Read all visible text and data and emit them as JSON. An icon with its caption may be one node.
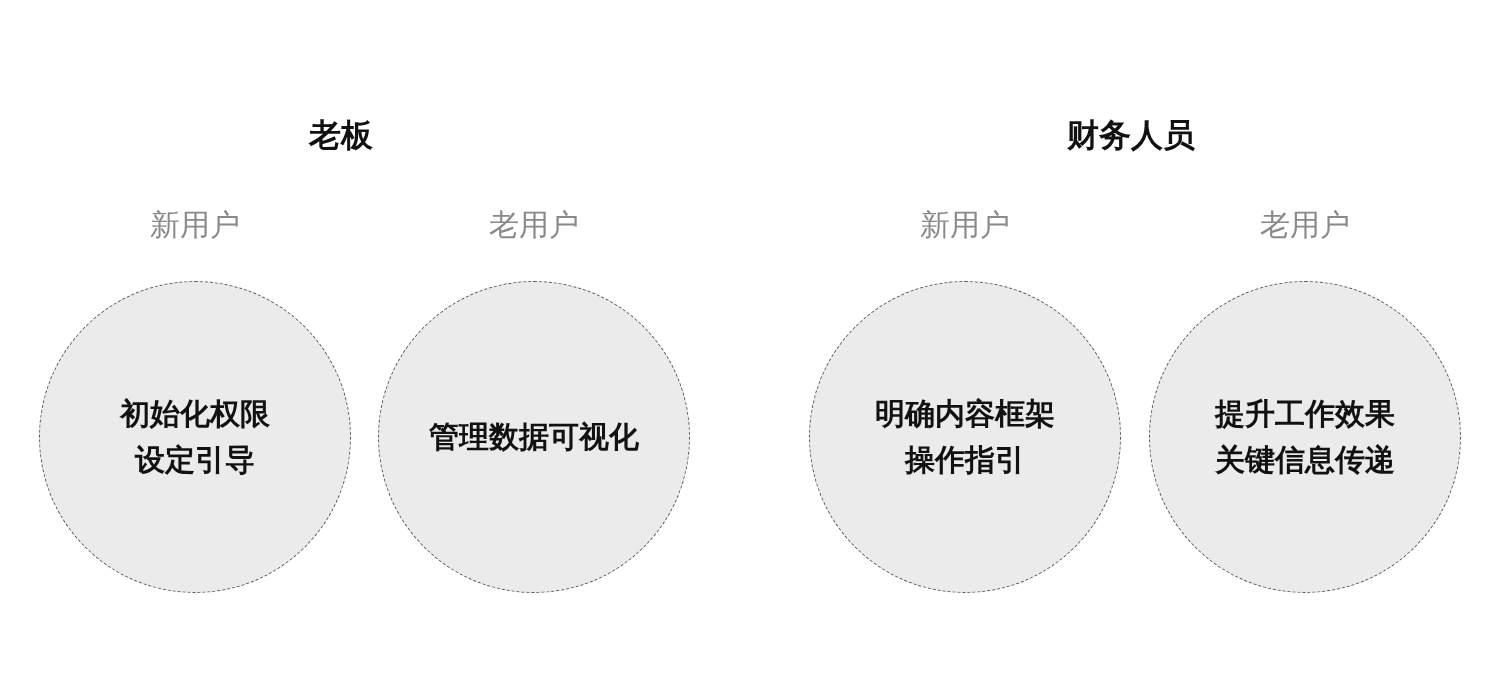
{
  "diagram": {
    "nodes": [
      {
        "text": [
          "新用户",
          "初始化权限设定引导"
        ]
      },
      {
        "text": [
          "老用户",
          "管理数据可视化"
        ]
      },
      {
        "text": [
          "新用户",
          "明确内容框架操作指引"
        ]
      },
      {
        "text": [
          "老用户",
          "提升工作效果关键信息传递"
        ]
      }
    ],
    "labels": [
      "老板",
      "财务人员"
    ]
  }
}
